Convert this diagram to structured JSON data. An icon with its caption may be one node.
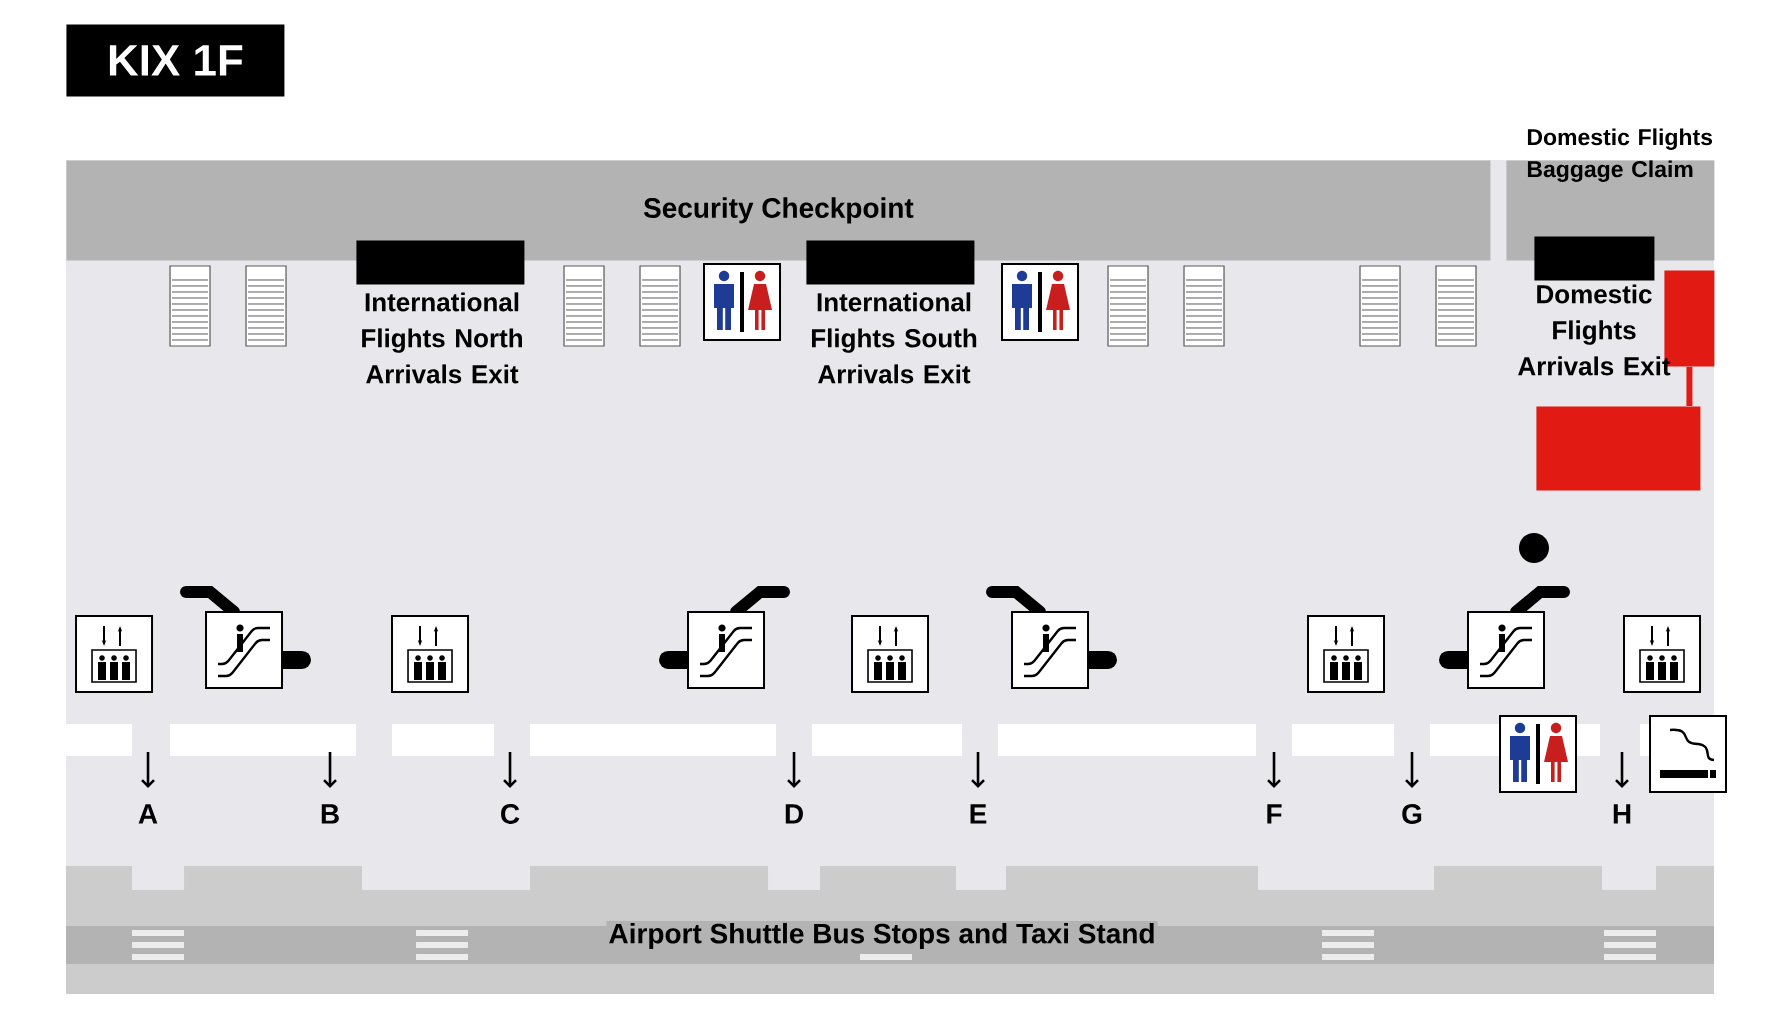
{
  "diagram": {
    "title": "KIX 1F",
    "nodes": [
      {
        "text": [
          "Security Checkpoint"
        ]
      },
      {
        "text": [
          "Domestic Flights Baggage Claim"
        ]
      },
      {
        "text": [],
        "shape": "box"
      },
      {
        "text": [],
        "shape": "box"
      },
      {
        "text": [],
        "shape": "box"
      },
      {
        "text": [],
        "shape": "box"
      },
      {
        "text": [],
        "shape": "box"
      },
      {
        "text": [
          "Airport Shuttle Bus Stops and Taxi Stand"
        ]
      }
    ],
    "edges": [
      {
        "from": 6,
        "to": 5,
        "arrow": "none"
      }
    ],
    "labels": [
      "International Flights North Arrivals Exit",
      "International Flights South Arrivals Exit",
      "Domestic Flights Arrivals Exit",
      "A",
      "B",
      "C",
      "D",
      "E",
      "F",
      "G",
      "H"
    ]
  }
}
